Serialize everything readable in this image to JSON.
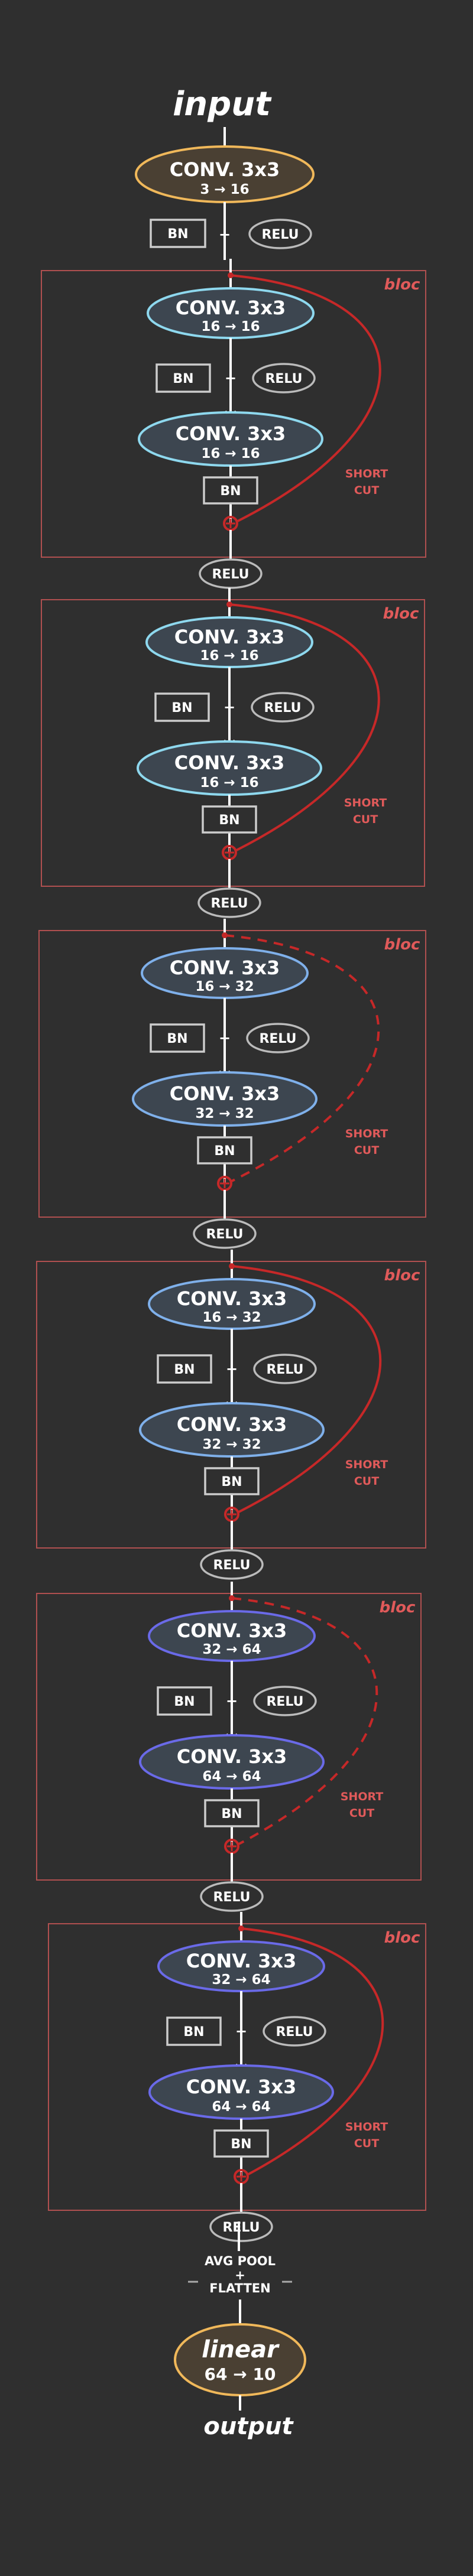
{
  "input_label": "input",
  "output_label": "output",
  "stem": {
    "conv_label": "CONV. 3x3",
    "channels": "3 → 16",
    "bn_label": "BN",
    "plus": "+",
    "relu_label": "RELU"
  },
  "block_label": "bloc",
  "shortcut_label": [
    "SHORT",
    "CUT"
  ],
  "blocks": [
    {
      "conv1_label": "CONV. 3x3",
      "conv1_channels": "16 → 16",
      "bn1_label": "BN",
      "plus": "+",
      "relu1_label": "RELU",
      "conv2_label": "CONV. 3x3",
      "conv2_channels": "16 → 16",
      "bn2_label": "BN",
      "relu_out_label": "RELU",
      "shortcut_style": "solid",
      "conv_color": "#8ed8ee"
    },
    {
      "conv1_label": "CONV. 3x3",
      "conv1_channels": "16 → 16",
      "bn1_label": "BN",
      "plus": "+",
      "relu1_label": "RELU",
      "conv2_label": "CONV. 3x3",
      "conv2_channels": "16 → 16",
      "bn2_label": "BN",
      "relu_out_label": "RELU",
      "shortcut_style": "solid",
      "conv_color": "#8ed8ee"
    },
    {
      "conv1_label": "CONV. 3x3",
      "conv1_channels": "16 → 32",
      "bn1_label": "BN",
      "plus": "+",
      "relu1_label": "RELU",
      "conv2_label": "CONV. 3x3",
      "conv2_channels": "32 → 32",
      "bn2_label": "BN",
      "relu_out_label": "RELU",
      "shortcut_style": "dashed",
      "conv_color": "#7fb0ea"
    },
    {
      "conv1_label": "CONV. 3x3",
      "conv1_channels": "16 → 32",
      "bn1_label": "BN",
      "plus": "+",
      "relu1_label": "RELU",
      "conv2_label": "CONV. 3x3",
      "conv2_channels": "32 → 32",
      "bn2_label": "BN",
      "relu_out_label": "RELU",
      "shortcut_style": "solid",
      "conv_color": "#7fb0ea"
    },
    {
      "conv1_label": "CONV. 3x3",
      "conv1_channels": "32 → 64",
      "bn1_label": "BN",
      "plus": "+",
      "relu1_label": "RELU",
      "conv2_label": "CONV. 3x3",
      "conv2_channels": "64 → 64",
      "bn2_label": "BN",
      "relu_out_label": "RELU",
      "shortcut_style": "dashed",
      "conv_color": "#6a6ae8"
    },
    {
      "conv1_label": "CONV. 3x3",
      "conv1_channels": "32 → 64",
      "bn1_label": "BN",
      "plus": "+",
      "relu1_label": "RELU",
      "conv2_label": "CONV. 3x3",
      "conv2_channels": "64 → 64",
      "bn2_label": "BN",
      "relu_out_label": "RELU",
      "shortcut_style": "solid",
      "conv_color": "#6a6ae8"
    }
  ],
  "pool": {
    "line1": "AVG POOL",
    "line2": "+",
    "line3": "FLATTEN"
  },
  "linear": {
    "label": "linear",
    "channels": "64 → 10"
  },
  "colors": {
    "background": "#2f2f2f",
    "stem_conv": "#f0b85a",
    "linear": "#f0b85a",
    "shortcut": "#c62828",
    "block_border": "#b05050",
    "line": "#ffffff",
    "relu_border": "#bbbbbb",
    "bn_border": "#cccccc"
  }
}
